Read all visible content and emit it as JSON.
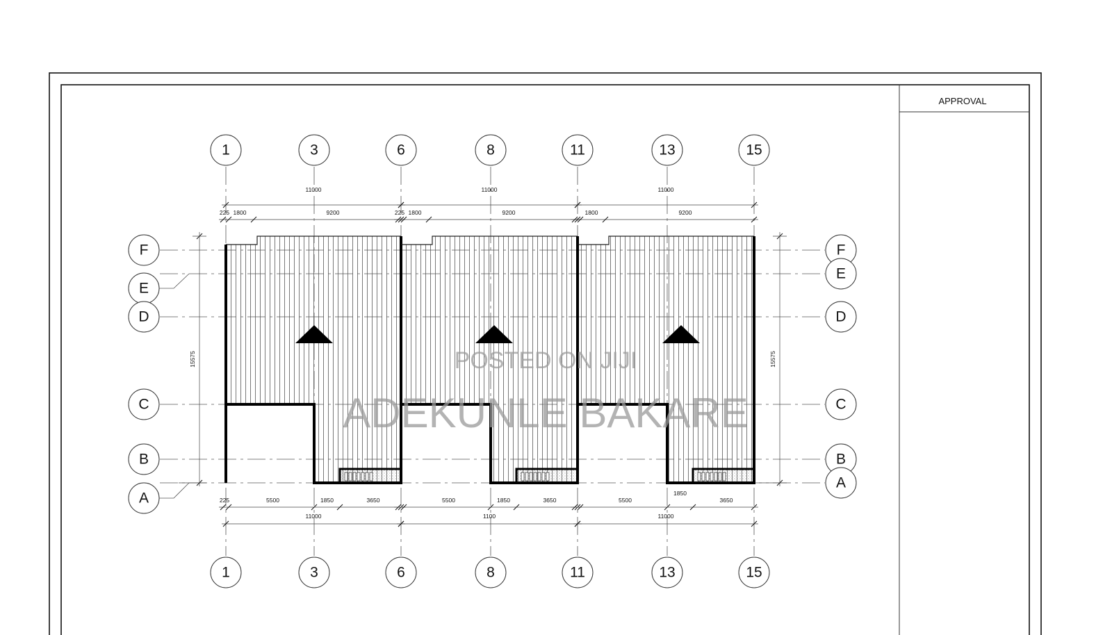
{
  "title_block": {
    "approval_label": "APPROVAL"
  },
  "grid": {
    "columns": [
      "1",
      "3",
      "6",
      "8",
      "11",
      "13",
      "15"
    ],
    "rows": [
      "F",
      "E",
      "D",
      "C",
      "B",
      "A"
    ]
  },
  "dimensions": {
    "top_overall": [
      "11000",
      "11000",
      "11000"
    ],
    "top_segments": [
      [
        "225",
        "1800",
        "9200"
      ],
      [
        "225",
        "1800",
        "9200"
      ],
      [
        "",
        "1800",
        "9200"
      ]
    ],
    "bottom_segments": [
      [
        "225",
        "5500",
        "1850",
        "3650"
      ],
      [
        "",
        "5500",
        "1850",
        "3650"
      ],
      [
        "",
        "5500",
        "1850",
        "3650"
      ]
    ],
    "bottom_overall": [
      "11000",
      "1100",
      "11000"
    ],
    "side_left": "15575",
    "side_right": "15575"
  },
  "watermark": {
    "line1": "POSTED ON JIJI",
    "line2": "ADEKUNLE BAKARE"
  }
}
